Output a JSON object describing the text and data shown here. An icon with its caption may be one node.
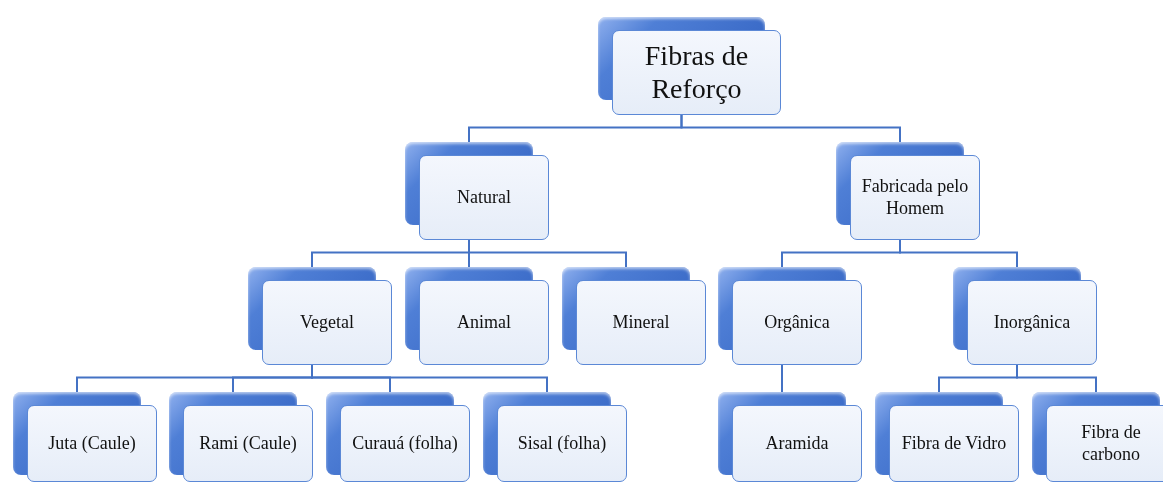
{
  "diagram": {
    "nodes": [
      {
        "text": [
          "Fibras de Reforço"
        ]
      },
      {
        "text": [
          "Natural"
        ]
      },
      {
        "text": [
          "Fabricada pelo Homem"
        ]
      },
      {
        "text": [
          "Vegetal"
        ]
      },
      {
        "text": [
          "Animal"
        ]
      },
      {
        "text": [
          "Mineral"
        ]
      },
      {
        "text": [
          "Orgânica"
        ]
      },
      {
        "text": [
          "Inorgânica"
        ]
      },
      {
        "text": [
          "Juta (Caule)"
        ]
      },
      {
        "text": [
          "Rami (Caule)"
        ]
      },
      {
        "text": [
          "Curauá (folha)"
        ]
      },
      {
        "text": [
          "Sisal (folha)"
        ]
      },
      {
        "text": [
          "Aramida"
        ]
      },
      {
        "text": [
          "Fibra de Vidro"
        ]
      },
      {
        "text": [
          "Fibra de carbono"
        ]
      }
    ],
    "edges": [
      {
        "from": 0,
        "to": 1,
        "arrow": "none"
      },
      {
        "from": 0,
        "to": 2,
        "arrow": "none"
      },
      {
        "from": 1,
        "to": 3,
        "arrow": "none"
      },
      {
        "from": 1,
        "to": 4,
        "arrow": "none"
      },
      {
        "from": 1,
        "to": 5,
        "arrow": "none"
      },
      {
        "from": 2,
        "to": 6,
        "arrow": "none"
      },
      {
        "from": 2,
        "to": 7,
        "arrow": "none"
      },
      {
        "from": 3,
        "to": 8,
        "arrow": "none"
      },
      {
        "from": 3,
        "to": 9,
        "arrow": "none"
      },
      {
        "from": 3,
        "to": 10,
        "arrow": "none"
      },
      {
        "from": 3,
        "to": 11,
        "arrow": "none"
      },
      {
        "from": 6,
        "to": 12,
        "arrow": "none"
      },
      {
        "from": 7,
        "to": 13,
        "arrow": "none"
      },
      {
        "from": 7,
        "to": 14,
        "arrow": "none"
      }
    ]
  }
}
